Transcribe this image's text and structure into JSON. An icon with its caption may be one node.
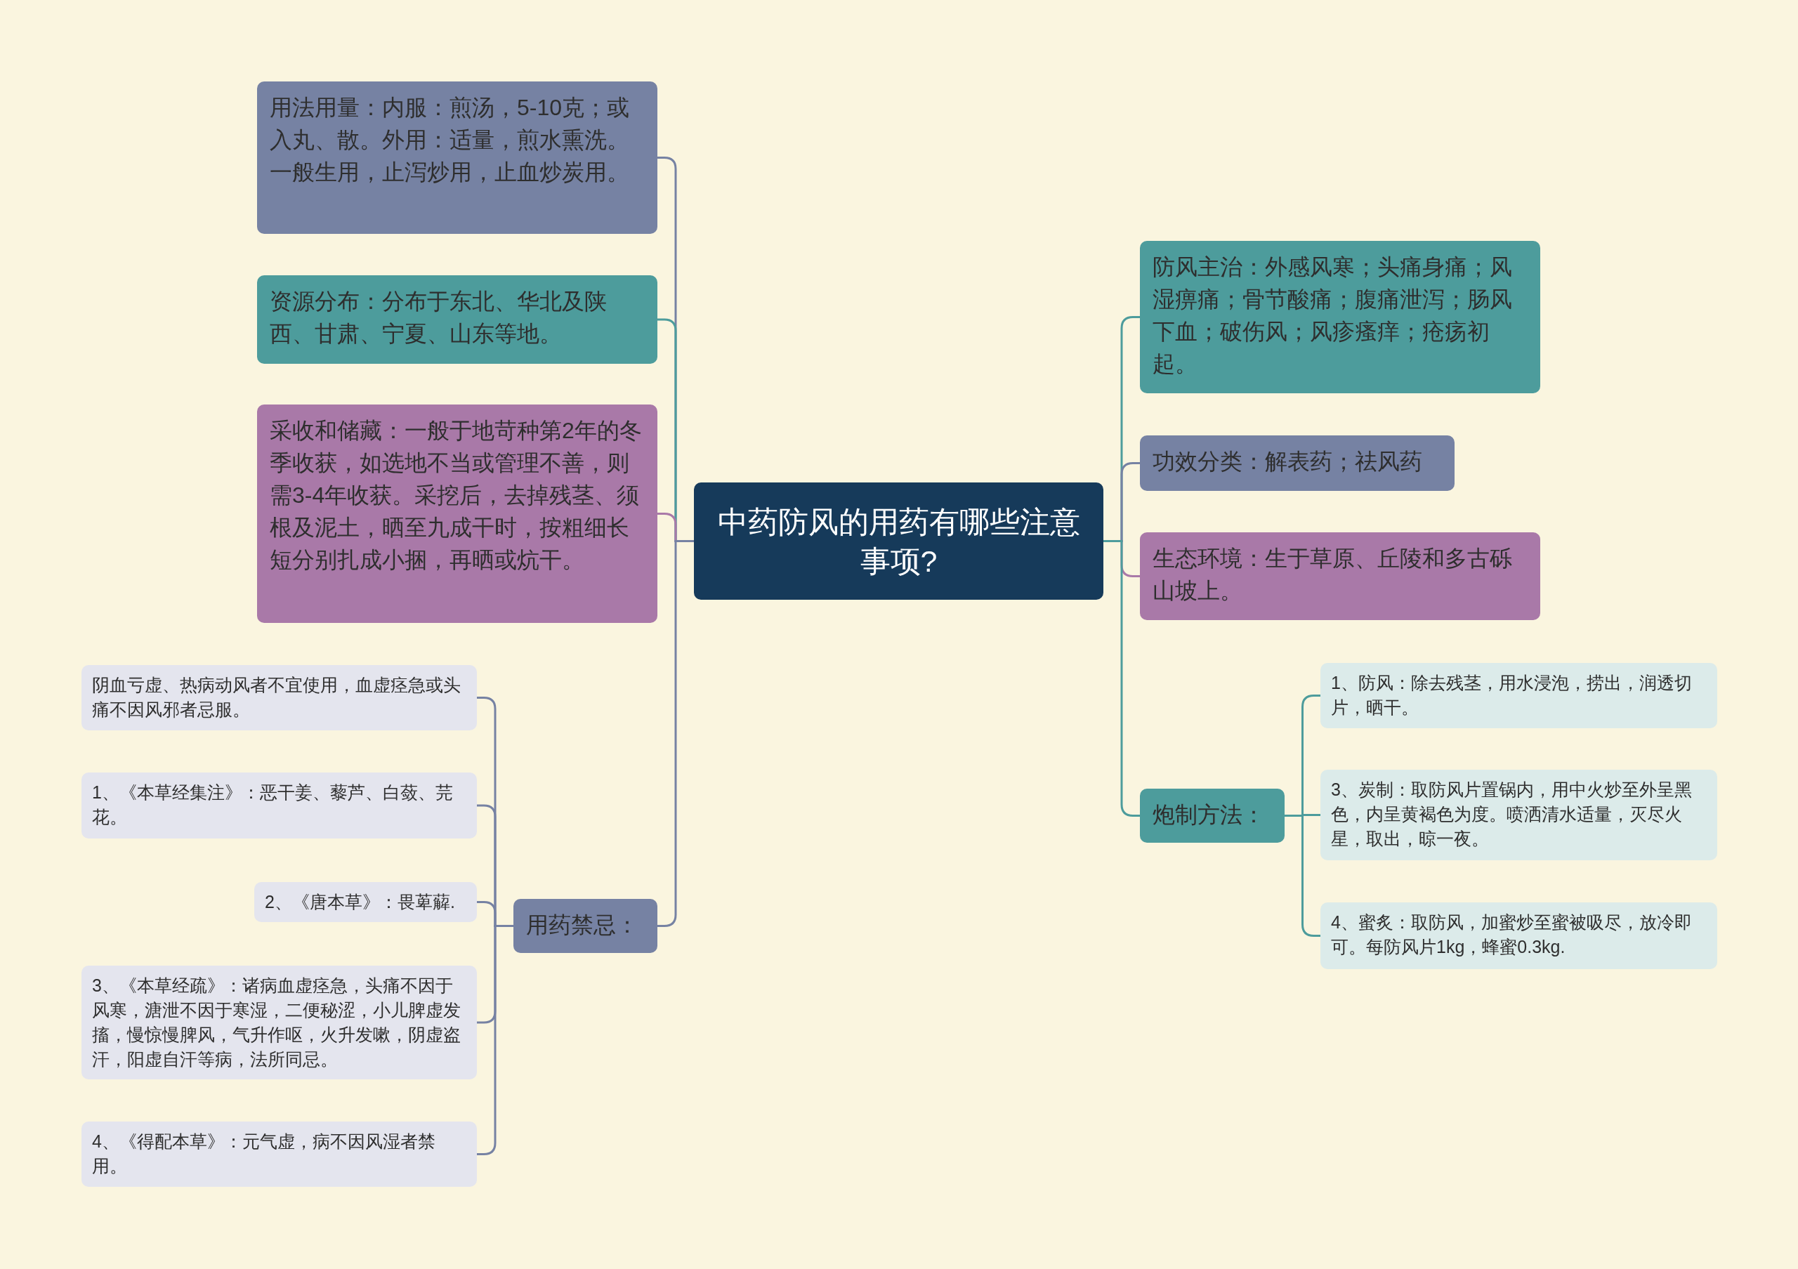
{
  "diagram": {
    "nodes": [
      {
        "text": [
          "中药防风的用药有哪些注意事项?"
        ]
      },
      {
        "text": [
          "用法用量：内服：煎汤，5-10克；或入丸、散。外用：适量，煎水熏洗。一般生用，止泻炒用，止血炒炭用。"
        ]
      },
      {
        "text": [
          "资源分布：分布于东北、华北及陕西、甘肃、宁夏、山东等地。"
        ]
      },
      {
        "text": [
          "采收和储藏：一般于地苛种第2年的冬季收获，如选地不当或管理不善，则需3-4年收获。采挖后，去掉残茎、须根及泥土，晒至九成干时，按粗细长短分别扎成小捆，再晒或炕干。"
        ]
      },
      {
        "text": [
          "用药禁忌："
        ]
      },
      {
        "text": [
          "阴血亏虚、热病动风者不宜使用，血虚痉急或头痛不因风邪者忌服。"
        ]
      },
      {
        "text": [
          "1、《本草经集注》：恶干姜、藜芦、白蔹、芫花。"
        ]
      },
      {
        "text": [
          "2、《唐本草》：畏萆薢."
        ]
      },
      {
        "text": [
          "3、《本草经疏》：诸病血虚痉急，头痛不因于风寒，溏泄不因于寒湿，二便秘涩，小儿脾虚发搐，慢惊慢脾风，气升作呕，火升发嗽，阴虚盗汗，阳虚自汗等病，法所同忌。"
        ]
      },
      {
        "text": [
          "4、《得配本草》：元气虚，病不因风湿者禁用。"
        ]
      },
      {
        "text": [
          "防风主治：外感风寒；头痛身痛；风湿痹痛；骨节酸痛；腹痛泄泻；肠风下血；破伤风；风疹瘙痒；疮疡初起。"
        ]
      },
      {
        "text": [
          "功效分类：解表药；祛风药"
        ]
      },
      {
        "text": [
          "生态环境：生于草原、丘陵和多古砾山坡上。"
        ]
      },
      {
        "text": [
          "炮制方法："
        ]
      },
      {
        "text": [
          "1、防风：除去残茎，用水浸泡，捞出，润透切片，晒干。"
        ]
      },
      {
        "text": [
          "3、炭制：取防风片置锅内，用中火炒至外呈黑色，内呈黄褐色为度。喷洒清水适量，灭尽火星，取出，晾一夜。"
        ]
      },
      {
        "text": [
          "4、蜜炙：取防风，加蜜炒至蜜被吸尽，放冷即可。每防风片1kg，蜂蜜0.3kg."
        ]
      }
    ],
    "edges": [
      {
        "from": 0,
        "to": 1,
        "arrow": "none"
      },
      {
        "from": 0,
        "to": 2,
        "arrow": "none",
        "color": "#4d9c9c"
      },
      {
        "from": 0,
        "to": 3,
        "arrow": "none",
        "color": "#a979a8"
      },
      {
        "from": 0,
        "to": 4,
        "arrow": "none"
      },
      {
        "from": 4,
        "to": 5,
        "arrow": "none"
      },
      {
        "from": 4,
        "to": 6,
        "arrow": "none"
      },
      {
        "from": 4,
        "to": 7,
        "arrow": "none"
      },
      {
        "from": 4,
        "to": 8,
        "arrow": "none"
      },
      {
        "from": 4,
        "to": 9,
        "arrow": "none"
      },
      {
        "from": 0,
        "to": 10,
        "arrow": "none",
        "color": "#4d9c9c"
      },
      {
        "from": 0,
        "to": 11,
        "arrow": "none"
      },
      {
        "from": 0,
        "to": 12,
        "arrow": "none",
        "color": "#a979a8"
      },
      {
        "from": 0,
        "to": 13,
        "arrow": "none",
        "color": "#4d9c9c"
      },
      {
        "from": 13,
        "to": 14,
        "arrow": "none",
        "color": "#4d9c9c"
      },
      {
        "from": 13,
        "to": 15,
        "arrow": "none",
        "color": "#4d9c9c"
      },
      {
        "from": 13,
        "to": 16,
        "arrow": "none",
        "color": "#4d9c9c"
      }
    ]
  }
}
